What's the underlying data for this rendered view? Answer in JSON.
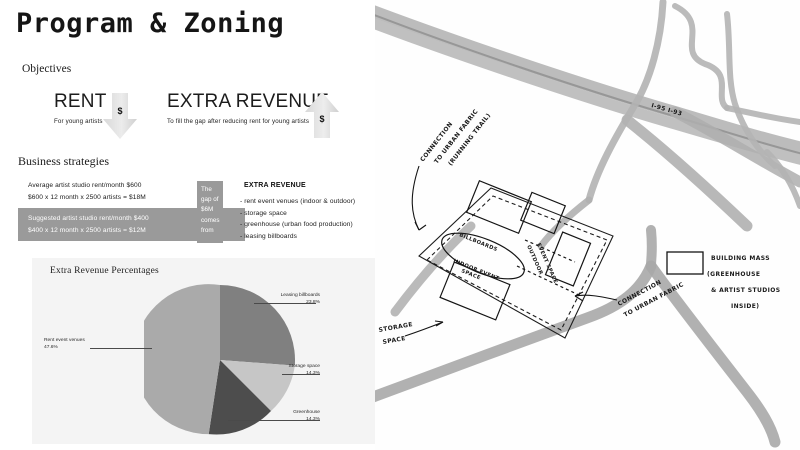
{
  "slide": {
    "title": "Program & Zoning"
  },
  "objectives": {
    "heading": "Objectives",
    "items": [
      {
        "label": "RENT",
        "sub": "For young artists",
        "arrow": "arrow-down-icon",
        "currency": "$"
      },
      {
        "label": "EXTRA REVENUE",
        "sub": "To fill the gap after reducing rent for young artists",
        "arrow": "arrow-up-icon",
        "currency": "$"
      }
    ]
  },
  "strategies": {
    "heading": "Business strategies",
    "current": {
      "line1": "Average artist studio rent/month $600",
      "line2": "$600 x 12 month x 2500 artists = $18M"
    },
    "suggested": {
      "line1": "Suggested artist studio rent/month $400",
      "line2": "$400 x 12 month x 2500 artists = $12M"
    },
    "gap_note": "The gap of $6M comes from",
    "extra_revenue": {
      "title": "EXTRA REVENUE",
      "items": [
        "- rent event venues (indoor & outdoor)",
        "- storage space",
        "- greenhouse (urban food production)",
        "- leasing billboards"
      ]
    }
  },
  "chart_data": {
    "type": "pie",
    "title": "Extra Revenue Percentages",
    "categories": [
      "Rent event venues",
      "Leasing billboards",
      "Storage space",
      "Greenhouse"
    ],
    "values": [
      47.6,
      23.8,
      14.3,
      14.3
    ],
    "labels": [
      "47.6%",
      "23.8%",
      "14.3%",
      "14.3%"
    ],
    "colors": [
      "#aaaaaa",
      "#808080",
      "#c6c6c6",
      "#4d4d4d"
    ],
    "legend": "callout-labels",
    "panel_background": "#f4f4f4",
    "slices": [
      {
        "name": "Leasing billboards",
        "value": 23.8,
        "label": "23.8%",
        "color": "#808080"
      },
      {
        "name": "Storage space",
        "value": 14.3,
        "label": "14.3%",
        "color": "#c6c6c6"
      },
      {
        "name": "Greenhouse",
        "value": 14.3,
        "label": "14.3%",
        "color": "#4d4d4d"
      },
      {
        "name": "Rent event venues",
        "value": 47.6,
        "label": "47.6%",
        "color": "#aaaaaa"
      }
    ]
  },
  "map": {
    "annotations": [
      {
        "id": "highway",
        "text": "I-95  I-93"
      },
      {
        "id": "connection-trail",
        "line1": "CONNECTION",
        "line2": "TO URBAN FABRIC",
        "line3": "(RUNNING TRAIL)"
      },
      {
        "id": "connection-fabric",
        "line1": "CONNECTION",
        "line2": "TO URBAN FABRIC"
      },
      {
        "id": "legend-building-mass",
        "line1": "BUILDING MASS",
        "line2": "(GREENHOUSE",
        "line3": "& ARTIST STUDIOS",
        "line4": "INSIDE)"
      },
      {
        "id": "storage-space",
        "line1": "STORAGE",
        "line2": "SPACE"
      },
      {
        "id": "billboards",
        "text": "BILLBOARDS"
      },
      {
        "id": "event-space-indoor",
        "line1": "INDOOR EVENT",
        "line2": "SPACE"
      },
      {
        "id": "event-space-outdoor",
        "line1": "OUTDOOR",
        "line2": "EVENT SPACE"
      }
    ]
  }
}
